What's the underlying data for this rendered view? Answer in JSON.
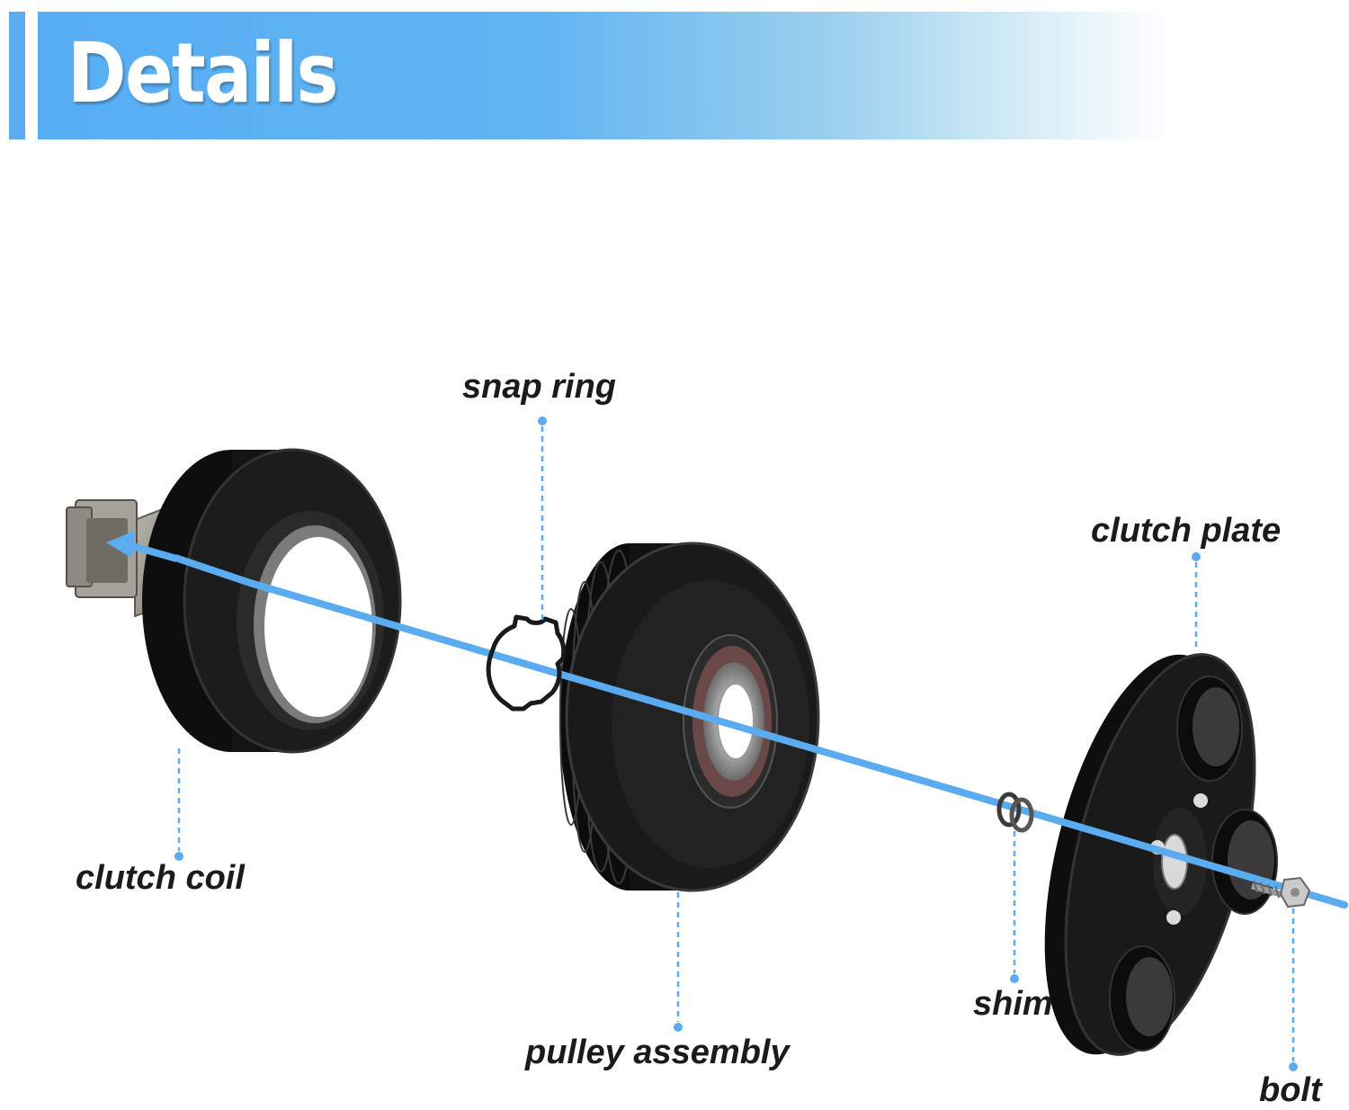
{
  "header": {
    "title": "Details"
  },
  "colors": {
    "accent": "#5aabef",
    "axis": "#5aabef",
    "part": "#161616",
    "connector_body": "#9b978f"
  },
  "parts": {
    "snap_ring": {
      "label": "snap ring",
      "icon": "snap-ring-icon"
    },
    "clutch_coil": {
      "label": "clutch coil",
      "icon": "clutch-coil-icon"
    },
    "pulley_assembly": {
      "label": "pulley assembly",
      "icon": "pulley-icon"
    },
    "clutch_plate": {
      "label": "clutch plate",
      "icon": "clutch-plate-icon"
    },
    "shim": {
      "label": "shim",
      "icon": "shim-icon"
    },
    "bolt": {
      "label": "bolt",
      "icon": "bolt-icon"
    }
  }
}
